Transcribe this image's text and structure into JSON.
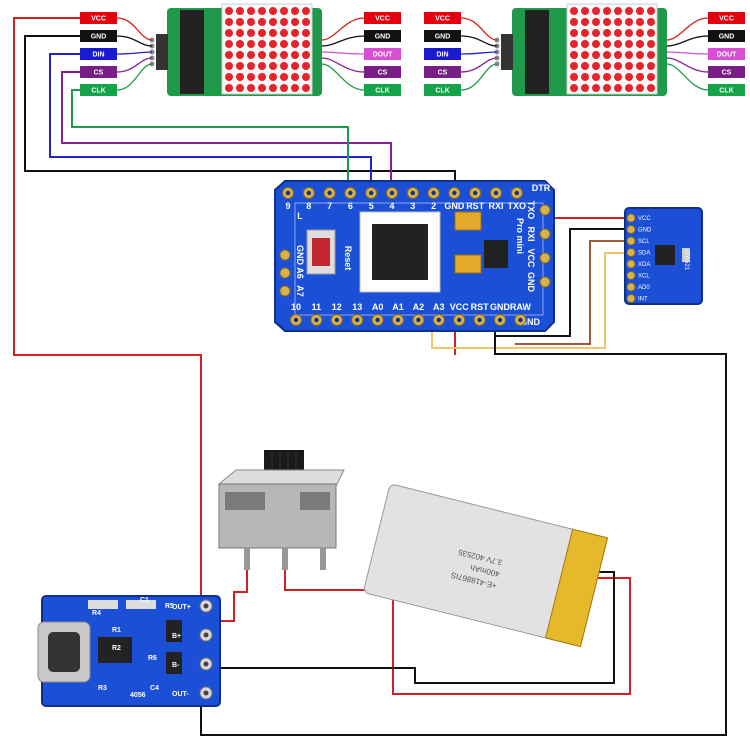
{
  "colors": {
    "vcc": "#e3000f",
    "gnd": "#111111",
    "din": "#1a1acf",
    "dout": "#d94fd4",
    "cs": "#7a1e87",
    "clk": "#17a34a",
    "wire_red": "#d42020",
    "wire_black": "#111111",
    "wire_blue": "#2222cc",
    "wire_purple": "#8a1f93",
    "wire_green": "#1f9a4b",
    "wire_brown": "#9a5b3a",
    "wire_yellow": "#f2c76b",
    "pcb_blue": "#1a4fd6",
    "matrix_green": "#1f9a4b",
    "led_red": "#e4232a"
  },
  "connector_labels": {
    "left": [
      "VCC",
      "GND",
      "DIN",
      "CS",
      "CLK"
    ],
    "middle_out": [
      "VCC",
      "GND",
      "DOUT",
      "CS",
      "CLK"
    ],
    "middle_in": [
      "VCC",
      "GND",
      "DIN",
      "CS",
      "CLK"
    ],
    "right": [
      "VCC",
      "GND",
      "DOUT",
      "CS",
      "CLK"
    ]
  },
  "arduino": {
    "top_pins": [
      "9",
      "8",
      "7",
      "6",
      "5",
      "4",
      "3",
      "2",
      "GND",
      "RST",
      "RXI",
      "TXO"
    ],
    "right_pins": [
      "TXO",
      "RXI",
      "VCC",
      "GND"
    ],
    "bottom_pins": [
      "10",
      "11",
      "12",
      "13",
      "A0",
      "A1",
      "A2",
      "A3",
      "VCC",
      "RST",
      "GND",
      "RAW"
    ],
    "left_pins": [
      "GND",
      "A6",
      "A7"
    ],
    "dtr": "DTR",
    "gnd_bottom": "GND",
    "reset": "Reset",
    "model": "Pro mini",
    "corner": "L"
  },
  "mpu": {
    "pins": [
      "VCC",
      "GND",
      "SCL",
      "SDA",
      "XDA",
      "XCL",
      "AD0",
      "INT"
    ],
    "model": "GY-521"
  },
  "charger": {
    "pins": [
      "OUT+",
      "B+",
      "B-",
      "OUT-"
    ],
    "model": "4056",
    "parts": [
      "R4",
      "R1",
      "R2",
      "R3",
      "C4",
      "C1",
      "R5",
      "R6"
    ]
  },
  "battery": {
    "label_lines": [
      "3.7V 402535",
      "400mAh",
      "+E-418867IS"
    ]
  }
}
